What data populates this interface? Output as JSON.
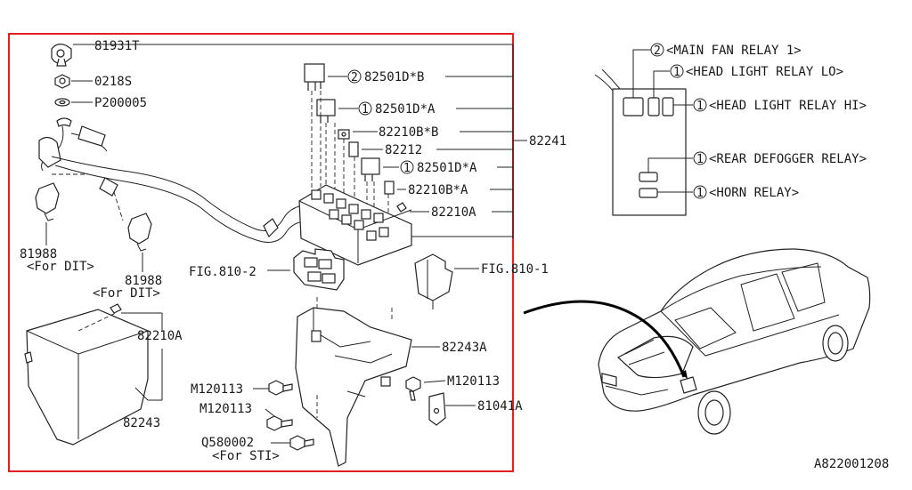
{
  "diagram_id": "A822001208",
  "part_callouts": {
    "p81931T": "81931T",
    "p0218S": "0218S",
    "pP200005": "P200005",
    "p82501DB": "82501D*B",
    "p82501DA_top": "82501D*A",
    "p82210BB": "82210B*B",
    "p82212": "82212",
    "p82241": "82241",
    "p82501DA_low": "82501D*A",
    "p82210BA": "82210B*A",
    "p82210A_top": "82210A",
    "p81988_a": "81988",
    "p81988_a_note": "<For DIT>",
    "p81988_b": "81988",
    "p81988_b_note": "<For DIT>",
    "fig810_2": "FIG.810-2",
    "fig810_1": "FIG.810-1",
    "p82210A_low": "82210A",
    "p82243A": "82243A",
    "p82243": "82243",
    "pM120113_a": "M120113",
    "pM120113_b": "M120113",
    "pM120113_c": "M120113",
    "p81041A": "81041A",
    "pQ580002": "Q580002",
    "pQ580002_note": "<For STI>"
  },
  "quantities": {
    "q82501DB": "2",
    "q82501DA_top": "1",
    "q82501DA_low": "1"
  },
  "relay_legend": [
    {
      "qty": "2",
      "text": "<MAIN FAN RELAY 1>"
    },
    {
      "qty": "1",
      "text": "<HEAD LIGHT RELAY LO>"
    },
    {
      "qty": "1",
      "text": "<HEAD LIGHT RELAY HI>"
    },
    {
      "qty": "1",
      "text": "<REAR DEFOGGER RELAY>"
    },
    {
      "qty": "1",
      "text": "<HORN RELAY>"
    }
  ],
  "colors": {
    "highlight_frame": "#e02020",
    "ink": "#222222",
    "label_bg": "#e8edf2"
  }
}
